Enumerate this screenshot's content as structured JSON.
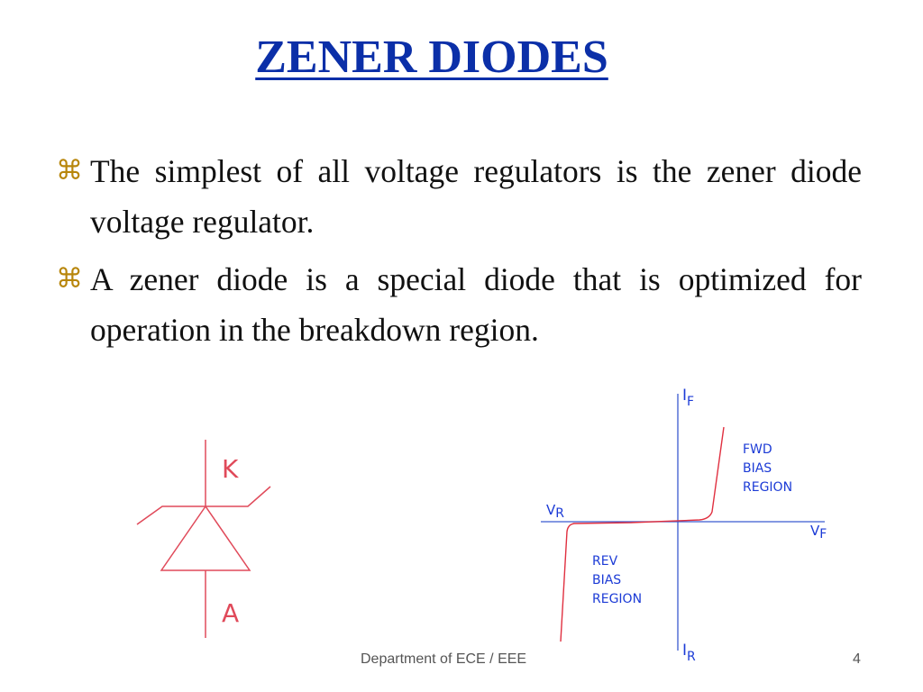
{
  "title": "ZENER DIODES",
  "bullets": [
    {
      "marker": "⌘",
      "text": "The simplest of all voltage regulators is the zener diode voltage regulator."
    },
    {
      "marker": "⌘",
      "text": "A zener diode is a special diode that is optimized for operation in the breakdown region."
    }
  ],
  "symbol": {
    "cathode_label": "K",
    "anode_label": "A",
    "color": "#e04a5a"
  },
  "iv_curve": {
    "axis_color": "#3a5bd0",
    "curve_color": "#e03040",
    "label_color": "#1c3bd6",
    "labels": {
      "if_main": "I",
      "if_sub": "F",
      "ir_main": "I",
      "ir_sub": "R",
      "vr_main": "V",
      "vr_sub": "R",
      "vf_main": "V",
      "vf_sub": "F",
      "fwd": [
        "FWD",
        "BIAS",
        "REGION"
      ],
      "rev": [
        "REV",
        "BIAS",
        "REGION"
      ]
    }
  },
  "footer": {
    "department": "Department of ECE / EEE",
    "page": "4"
  }
}
